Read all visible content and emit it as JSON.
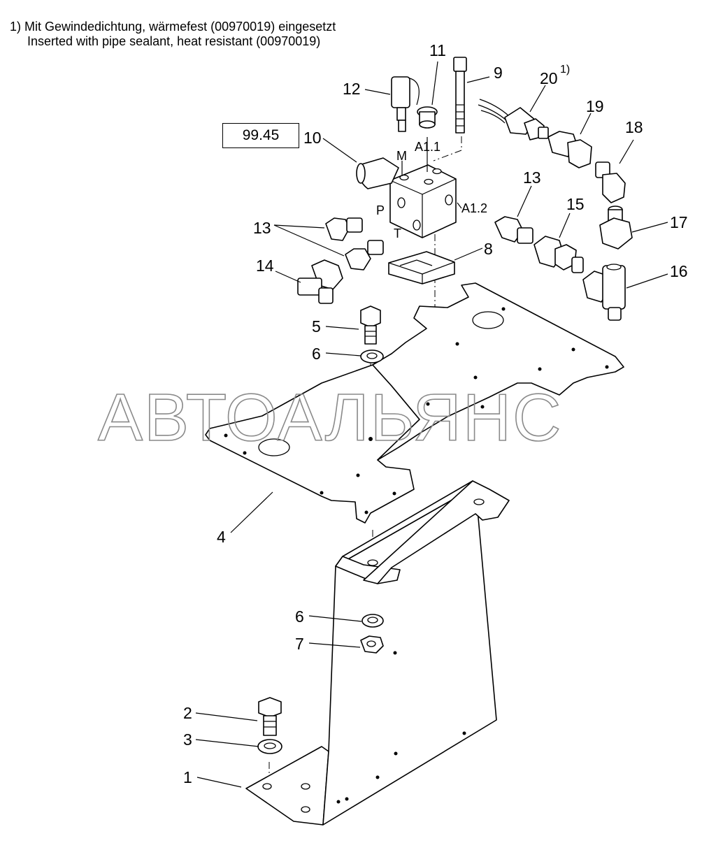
{
  "footnote": {
    "line_de": "1)  Mit Gewindedichtung, wärmefest (00970019) eingesetzt",
    "line_en": "Inserted with pipe sealant, heat resistant (00970019)"
  },
  "reference_box": "99.45",
  "watermark": "АВТОАЛЬЯНС",
  "port_labels": {
    "m": "M",
    "a11": "A1.1",
    "p": "P",
    "t": "T",
    "a12": "A1.2"
  },
  "callouts": {
    "c1": "1",
    "c2": "2",
    "c3": "3",
    "c4": "4",
    "c5": "5",
    "c6a": "6",
    "c6b": "6",
    "c7": "7",
    "c8": "8",
    "c9": "9",
    "c10": "10",
    "c11": "11",
    "c12": "12",
    "c13a": "13",
    "c13b": "13",
    "c14": "14",
    "c15": "15",
    "c16": "16",
    "c17": "17",
    "c18": "18",
    "c19": "19",
    "c20": "20",
    "c20_sup": "1)"
  }
}
